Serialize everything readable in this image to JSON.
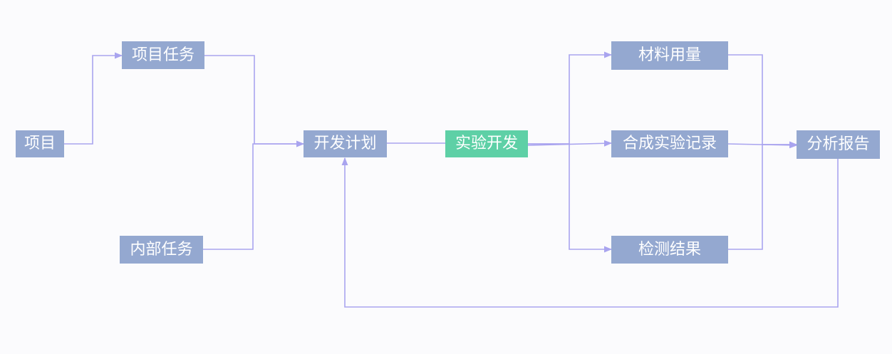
{
  "colors": {
    "node": "#94a8d0",
    "node_active": "#5ed0a6",
    "connector": "#a9a4ef",
    "node_text": "#ffffff",
    "background": "#fbfbfd"
  },
  "nodes": {
    "project": "项目",
    "project_task": "项目任务",
    "internal_task": "内部任务",
    "dev_plan": "开发计划",
    "experiment_dev": "实验开发",
    "material_usage": "材料用量",
    "synthesis_record": "合成实验记录",
    "detection_result": "检测结果",
    "analysis_report": "分析报告"
  },
  "active_node": "experiment_dev"
}
